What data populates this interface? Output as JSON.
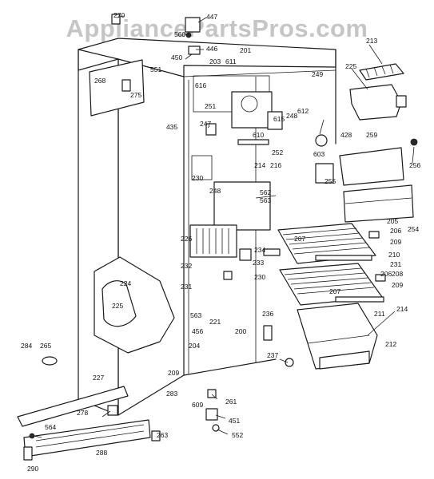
{
  "watermark": "AppliancePartsPros.com",
  "colors": {
    "line": "#1a1a1a",
    "watermark": "#969696",
    "background": "#ffffff"
  },
  "part_numbers": [
    "270",
    "447",
    "560",
    "446",
    "450",
    "551",
    "213",
    "225",
    "268",
    "275",
    "203",
    "611",
    "201",
    "249",
    "616",
    "435",
    "251",
    "247",
    "612",
    "615",
    "248",
    "428",
    "603",
    "610",
    "252",
    "259",
    "256",
    "230",
    "214",
    "216",
    "248",
    "562",
    "563",
    "255",
    "254",
    "226",
    "234",
    "233",
    "232",
    "205",
    "207",
    "206",
    "209",
    "210",
    "231",
    "230",
    "206",
    "208",
    "209",
    "224",
    "225",
    "231",
    "563",
    "221",
    "207",
    "211",
    "214",
    "456",
    "200",
    "236",
    "204",
    "212",
    "237",
    "284",
    "265",
    "209",
    "283",
    "227",
    "609",
    "261",
    "278",
    "451",
    "564",
    "552",
    "263",
    "288",
    "290"
  ]
}
